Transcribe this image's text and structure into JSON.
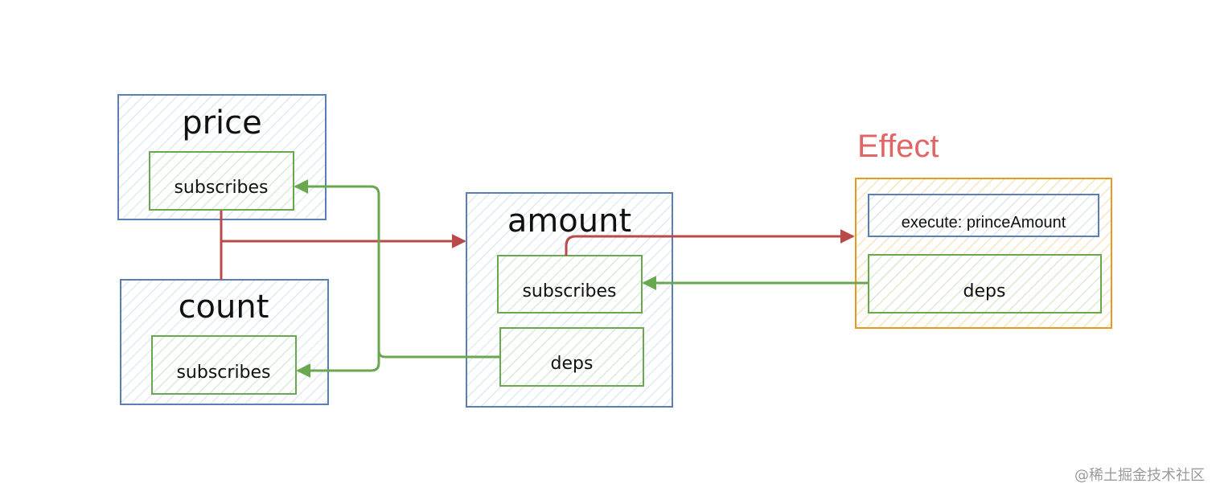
{
  "nodes": {
    "price": {
      "title": "price",
      "subscribes": "subscribes"
    },
    "count": {
      "title": "count",
      "subscribes": "subscribes"
    },
    "amount": {
      "title": "amount",
      "subscribes": "subscribes",
      "deps": "deps"
    },
    "effect": {
      "title": "Effect",
      "execute": "execute: princeAmount",
      "deps": "deps"
    }
  },
  "watermark": "@稀土掘金技术社区",
  "colors": {
    "blue": "#5a7fb5",
    "green": "#6aa84f",
    "red": "#b94a48",
    "orange": "#e69a1e",
    "effect_title": "#e06666",
    "hatch_blue": "#d3e2f1",
    "hatch_green": "#cfe8c8",
    "hatch_orange": "#f6d9a7"
  }
}
